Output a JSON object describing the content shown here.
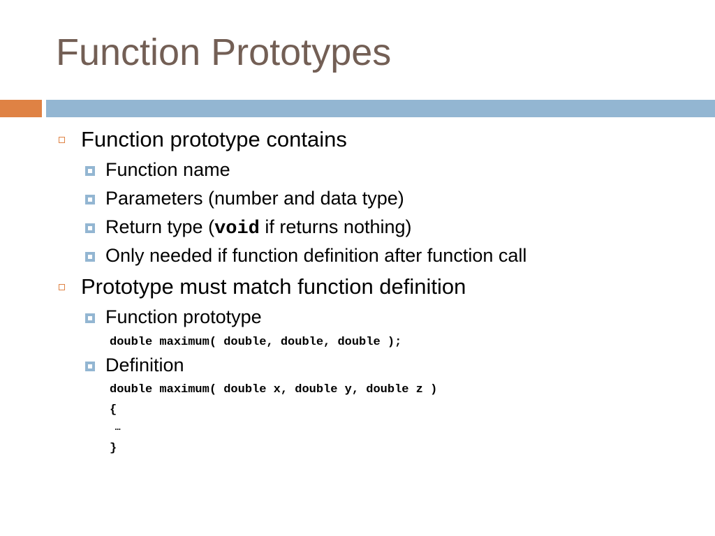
{
  "slide": {
    "title": "Function Prototypes",
    "colors": {
      "title": "#735f55",
      "accent_orange": "#df8244",
      "accent_blue": "#93b6d2"
    },
    "bullets": [
      {
        "text": "Function prototype contains",
        "sub": [
          {
            "text": "Function name"
          },
          {
            "text": "Parameters (number and data type)"
          },
          {
            "text_before": "Return type (",
            "code": "void",
            "text_after": " if returns nothing)"
          },
          {
            "text": "Only needed if function definition after function call"
          }
        ]
      },
      {
        "text": "Prototype must match function definition",
        "sub": [
          {
            "text": "Function prototype",
            "code_lines": [
              "double maximum( double, double, double );"
            ]
          },
          {
            "text": "Definition",
            "code_lines": [
              "double maximum( double x, double y, double z )",
              "{",
              " …",
              "}"
            ]
          }
        ]
      }
    ]
  }
}
